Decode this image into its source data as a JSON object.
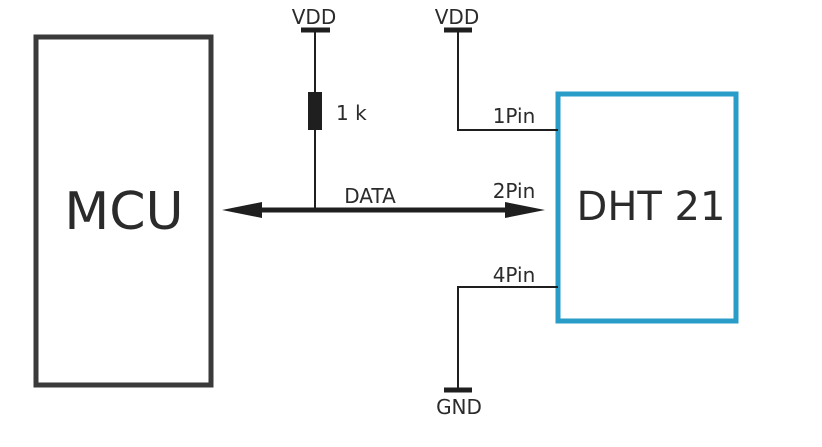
{
  "mcu": {
    "label": "MCU"
  },
  "sensor": {
    "label": "DHT 21"
  },
  "supply_left": {
    "label": "VDD"
  },
  "supply_right": {
    "label": "VDD"
  },
  "ground": {
    "label": "GND"
  },
  "resistor": {
    "label": "1 k"
  },
  "data_line": {
    "label": "DATA"
  },
  "pins": {
    "pin1": "1Pin",
    "pin2": "2Pin",
    "pin4": "4Pin"
  },
  "colors": {
    "sensor_border": "#2a9cc8",
    "mcu_border": "#3a3a3a",
    "wire": "#1f1f1f"
  }
}
